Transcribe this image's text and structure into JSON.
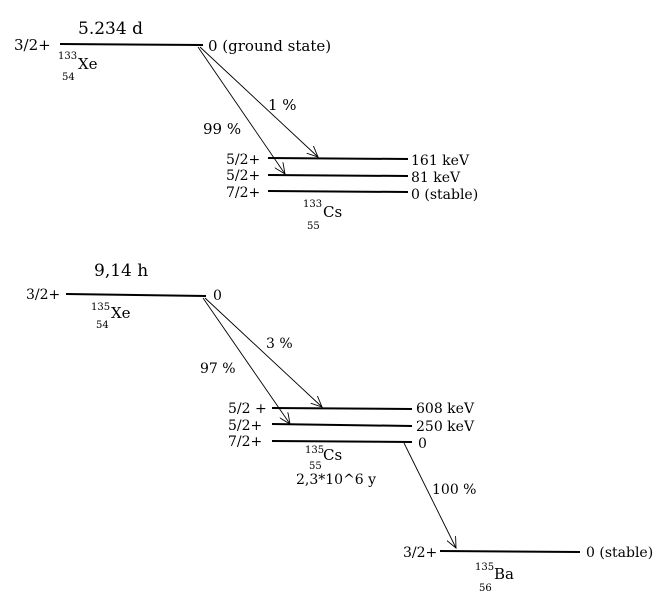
{
  "xe133": {
    "half_life": "5.234 d",
    "spin": "3/2+",
    "energy": "0 (ground state)",
    "mass": "133",
    "z": "54",
    "symbol": "Xe",
    "branch_major": "99 %",
    "branch_minor": "1 %"
  },
  "cs133": {
    "levels": [
      {
        "spin": "5/2+",
        "energy": "161 keV"
      },
      {
        "spin": "5/2+",
        "energy": "81 keV"
      },
      {
        "spin": "7/2+",
        "energy": "0 (stable)"
      }
    ],
    "mass": "133",
    "z": "55",
    "symbol": "Cs"
  },
  "xe135": {
    "half_life": "9,14 h",
    "spin": "3/2+",
    "energy": "0",
    "mass": "135",
    "z": "54",
    "symbol": "Xe",
    "branch_major": "97 %",
    "branch_minor": "3 %"
  },
  "cs135": {
    "levels": [
      {
        "spin": "5/2  +",
        "energy": "608 keV"
      },
      {
        "spin": "5/2+",
        "energy": "250 keV"
      },
      {
        "spin": "7/2+",
        "energy": "0"
      }
    ],
    "mass": "135",
    "z": "55",
    "symbol": "Cs",
    "half_life": "2,3*10^6 y",
    "branch": "100 %"
  },
  "ba135": {
    "spin": "3/2+",
    "energy": "0 (stable)",
    "mass": "135",
    "z": "56",
    "symbol": "Ba"
  }
}
